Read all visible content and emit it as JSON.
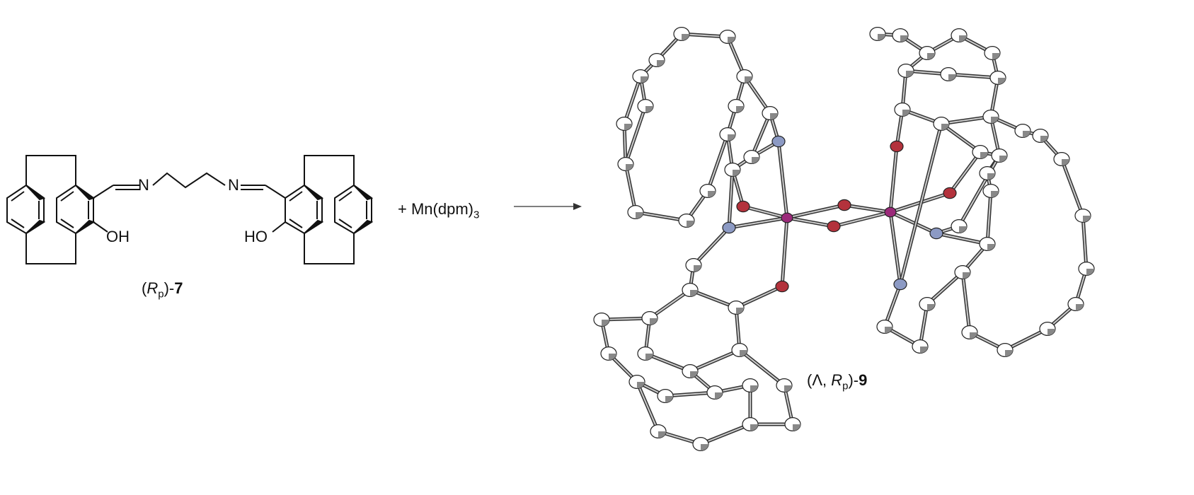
{
  "reactant": {
    "oh_left": "OH",
    "ho_right": "HO",
    "n_left": "N",
    "n_right": "N",
    "label": {
      "open": "(",
      "italic": "R",
      "sub": "p",
      "close": ")-",
      "number": "7"
    }
  },
  "reagent": {
    "text": "+ Mn(dpm)",
    "sub": "3"
  },
  "product": {
    "label": {
      "open": "(Λ, ",
      "italic": "R",
      "sub": "p",
      "close": ")-",
      "number": "9"
    }
  },
  "colors": {
    "mn": "#9b2a7a",
    "o": "#b3323c",
    "n": "#8c9ac4",
    "c": "#ffffff",
    "bond": "#555555"
  }
}
